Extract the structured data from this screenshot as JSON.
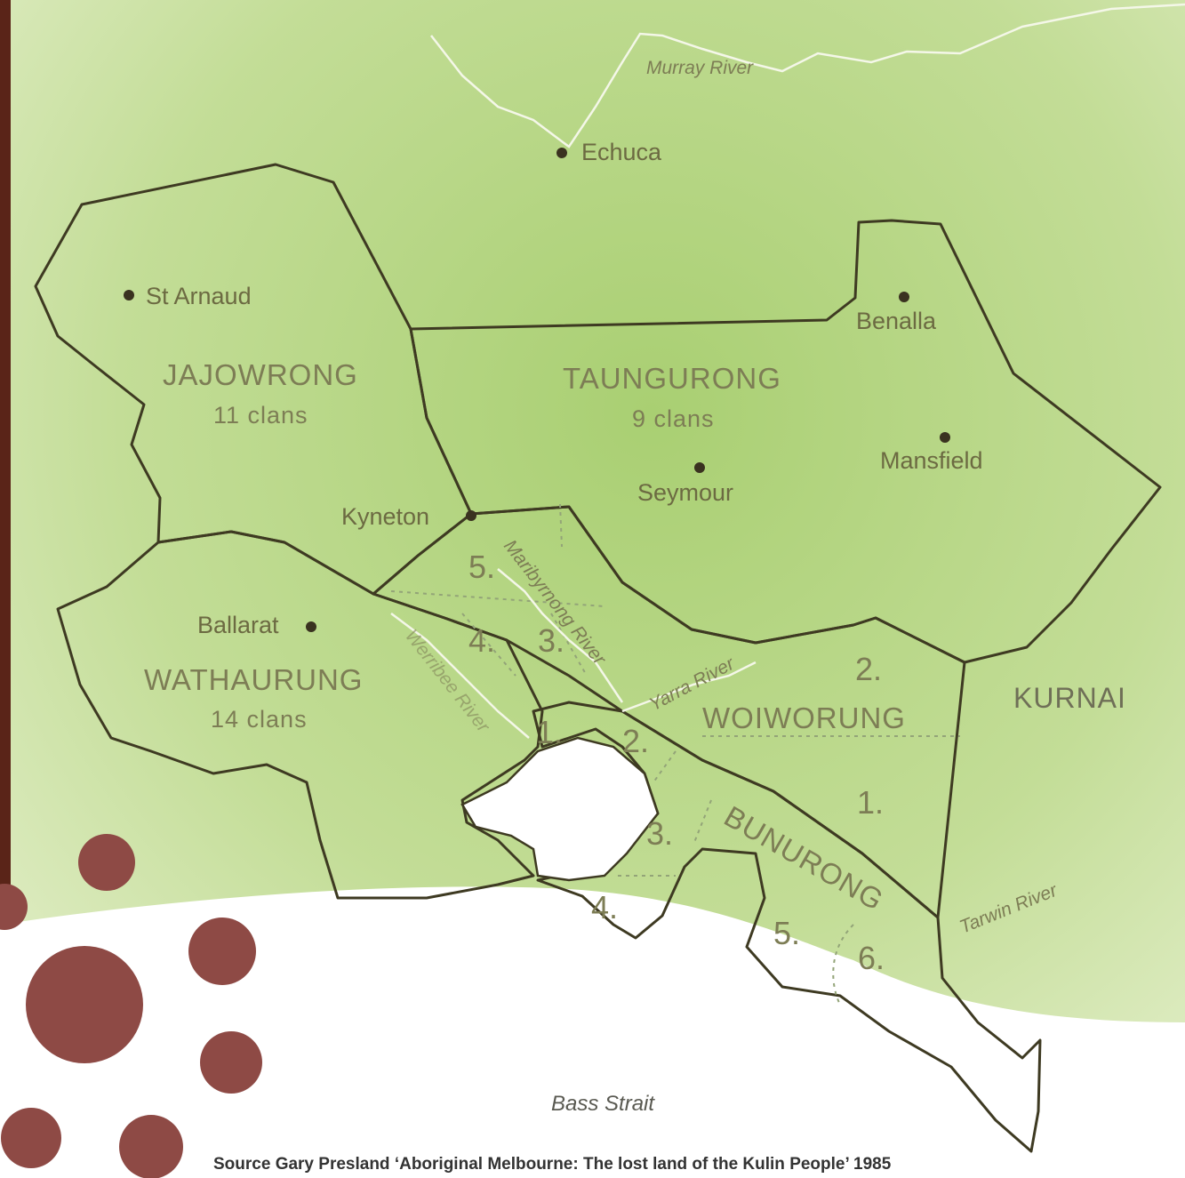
{
  "regions": [
    {
      "id": "jajowrong",
      "name": "JAJOWRONG",
      "clans": "11 clans"
    },
    {
      "id": "taungurong",
      "name": "TAUNGURONG",
      "clans": "9 clans"
    },
    {
      "id": "wathaurung",
      "name": "WATHAURUNG",
      "clans": "14 clans"
    },
    {
      "id": "woiworung",
      "name": "WOIWORUNG"
    },
    {
      "id": "bunurong",
      "name": "BUNURONG"
    },
    {
      "id": "kurnai",
      "name": "KURNAI"
    }
  ],
  "towns": [
    "Echuca",
    "St Arnaud",
    "Benalla",
    "Mansfield",
    "Seymour",
    "Kyneton",
    "Ballarat"
  ],
  "rivers": [
    "Murray River",
    "Maribyrnong River",
    "Yarra River",
    "Werribee River",
    "Tarwin River"
  ],
  "clan_numbers": {
    "woiworung": [
      "5.",
      "4.",
      "3.",
      "2.",
      "1."
    ],
    "bunurong": [
      "1.",
      "2.",
      "3.",
      "4.",
      "5.",
      "6."
    ]
  },
  "sea_label": "Bass Strait",
  "source": "Source Gary Presland ‘Aboriginal Melbourne: The lost land of the Kulin People’ 1985",
  "colors": {
    "background": "#cfe3a4",
    "light_region": "#dfeeb2",
    "mid_region": "#92c260",
    "dark_region": "#7fb24f",
    "boundary": "#3e3a22",
    "sea": "#ffffff",
    "dots": "#8e4a45"
  }
}
